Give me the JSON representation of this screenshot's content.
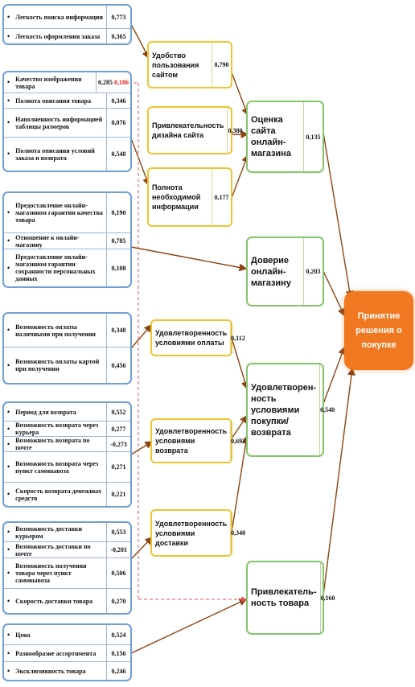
{
  "groups": [
    {
      "items": [
        {
          "label": "Легкость поиска информации",
          "value": "0,773"
        },
        {
          "label": "Легкость оформления заказа",
          "value": "0,365"
        }
      ]
    },
    {
      "items": [
        {
          "label": "Качество изображения товара",
          "value": "0,285",
          "value_red": "0,186"
        },
        {
          "label": "Полнота описания товара",
          "value": "0,346"
        },
        {
          "label": "Наполненность информацией таблицы размеров",
          "value": "0,076"
        },
        {
          "label": "Полнота описания условий заказа и возврата",
          "value": "0,548"
        }
      ]
    },
    {
      "items": [
        {
          "label": "Предоставление онлайн-магазином гарантии качества товара",
          "value": "0,190"
        },
        {
          "label": "Отношение к онлайн-магазину",
          "value": "0,785"
        },
        {
          "label": "Предоставление онлайн-магазином гарантии сохранности персональных данных",
          "value": "0,108"
        }
      ]
    },
    {
      "items": [
        {
          "label": "Возможность оплаты наличными при получении",
          "value": "0,348"
        },
        {
          "label": "Возможность оплаты картой при получении",
          "value": "0,456"
        }
      ]
    },
    {
      "items": [
        {
          "label": "Период для возврата",
          "value": "0,552"
        },
        {
          "label": "Возможность возврата через курьера",
          "value": "0,277"
        },
        {
          "label": "Возможность возврата по почте",
          "value": "-0,273"
        },
        {
          "label": "Возможность возврата через пункт самовывоза",
          "value": "0,271"
        },
        {
          "label": "Скорость возврата денежных средств",
          "value": "0,221"
        }
      ]
    },
    {
      "items": [
        {
          "label": "Возможность доставки курьером",
          "value": "0,553"
        },
        {
          "label": "Возможность доставки по почте",
          "value": "-0,201"
        },
        {
          "label": "Возможность получения товара через пункт самовывоза",
          "value": "0,506"
        },
        {
          "label": "Скорость доставки товара",
          "value": "0,270"
        }
      ]
    },
    {
      "items": [
        {
          "label": "Цена",
          "value": "0,524"
        },
        {
          "label": "Разнообразие ассортимента",
          "value": "0,156"
        },
        {
          "label": "Эксклюзивность товара",
          "value": "0,246"
        }
      ]
    }
  ],
  "mid_nodes": [
    {
      "label": "Удобство пользования сайтом",
      "value": "0,790"
    },
    {
      "label": "Привлекательность дизайна сайта",
      "value": "0,380"
    },
    {
      "label": "Полнота необходимой информации",
      "value": "0,177"
    },
    {
      "label": "Удовлетворенность условиями оплаты",
      "value": "0,112"
    },
    {
      "label": "Удовлетворенность условиями возврата",
      "value": "0,692"
    },
    {
      "label": "Удовлетворенность условиями доставки",
      "value": "0,340"
    }
  ],
  "right_nodes": [
    {
      "label": "Оценка сайта онлайн-магазина",
      "value": "0,135"
    },
    {
      "label": "Доверие онлайн-магазину",
      "value": "0,203"
    },
    {
      "label": "Удовлетворен-ность условиями покупки/возврата",
      "value": "0,540"
    },
    {
      "label": "Привлекатель-ность товара",
      "value": "0,160"
    }
  ],
  "decision": {
    "label": "Принятие решения о покупке"
  },
  "colors": {
    "blue_border": "#6f9fd8",
    "yellow_border": "#f0c430",
    "green_border": "#86c46a",
    "arrow": "#8b4513",
    "decision": "#f07820",
    "dashed": "#ff6b6b"
  }
}
